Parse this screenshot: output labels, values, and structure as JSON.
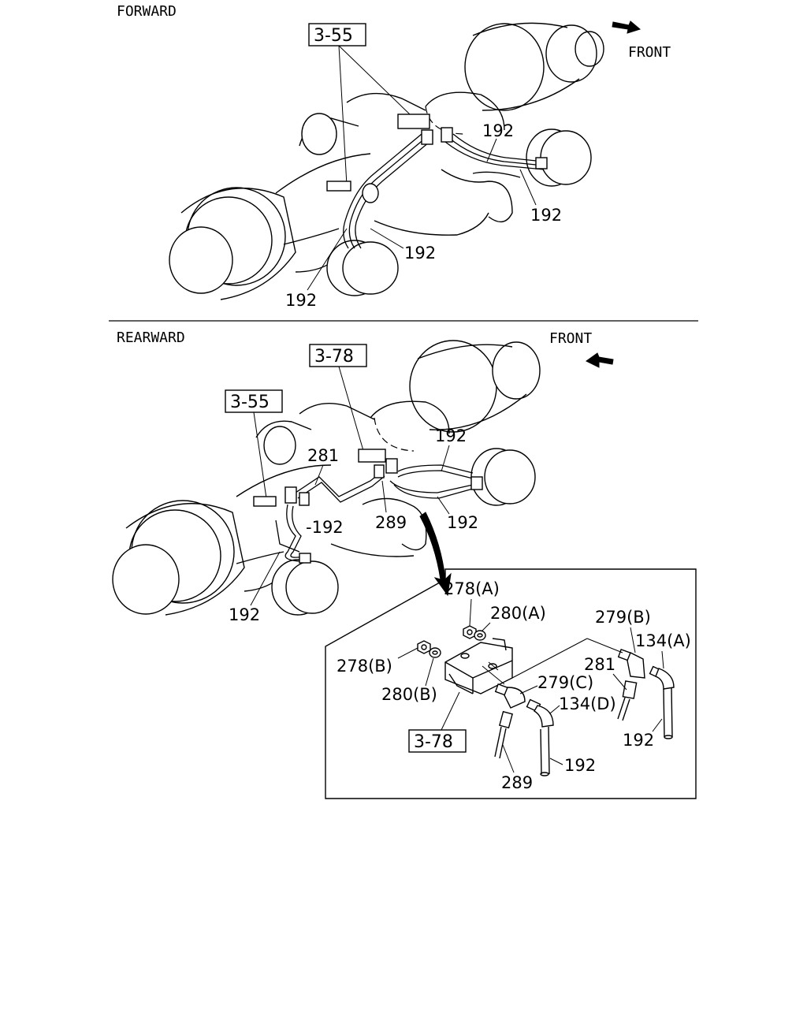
{
  "sections": {
    "forward": {
      "title": "FORWARD",
      "front_label": "FRONT",
      "ref_box": "3-55",
      "callouts": [
        "192",
        "192",
        "192",
        "192"
      ]
    },
    "rearward": {
      "title": "REARWARD",
      "front_label": "FRONT",
      "ref_box_a": "3-78",
      "ref_box_b": "3-55",
      "callouts": {
        "c281": "281",
        "c192_top": "192",
        "c289": "289",
        "c192_right": "192",
        "c192_mid": "-192",
        "c192_bottom": "192"
      }
    },
    "detail": {
      "ref_box": "3-78",
      "labels": {
        "l278a": "278(A)",
        "l280a": "280(A)",
        "l279b": "279(B)",
        "l134a": "134(A)",
        "l278b": "278(B)",
        "l281": "281",
        "l279c": "279(C)",
        "l280b": "280(B)",
        "l134d": "134(D)",
        "l192a": "192",
        "l192b": "192",
        "l289": "289"
      }
    }
  },
  "icons": {
    "arrow_forward": "arrow-right-down-icon",
    "arrow_rearward": "arrow-left-down-icon"
  }
}
